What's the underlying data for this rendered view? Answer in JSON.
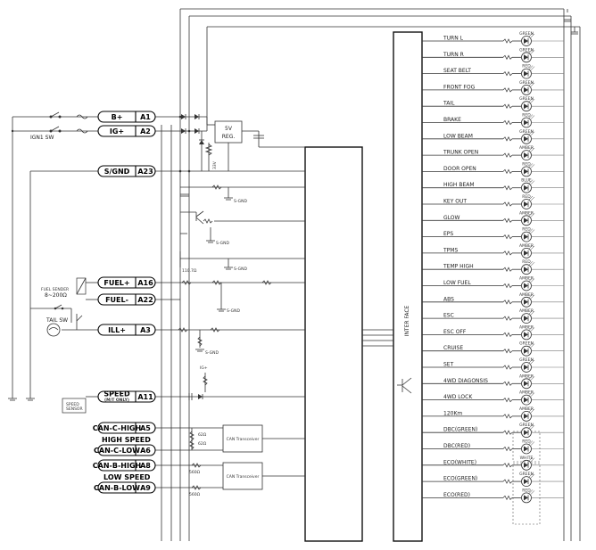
{
  "connectors": [
    {
      "label": "B+",
      "pin": "A1"
    },
    {
      "label": "IG+",
      "pin": "A2"
    },
    {
      "label": "S/GND",
      "pin": "A23"
    },
    {
      "label": "FUEL+",
      "pin": "A16"
    },
    {
      "label": "FUEL-",
      "pin": "A22"
    },
    {
      "label": "ILL+",
      "pin": "A3"
    },
    {
      "label": "SPEED",
      "sub": "(M/T ONLY)",
      "pin": "A11"
    },
    {
      "label": "CAN-C-HIGH",
      "pin": "A5"
    },
    {
      "label": "CAN-C-LOW",
      "pin": "A6"
    },
    {
      "label": "CAN-B-HIGH",
      "pin": "A8"
    },
    {
      "label": "CAN-B-LOW",
      "pin": "A9"
    }
  ],
  "labels": {
    "ign_sw": "IGN1 SW",
    "fuel_sender_1": "FUEL SENDER",
    "fuel_sender_2": "8~200Ω",
    "tail_sw": "TAIL SW",
    "speed_sensor_1": "SPEED",
    "speed_sensor_2": "SENSOR",
    "high_speed": "HIGH SPEED",
    "low_speed": "LOW SPEED",
    "reg_1": "5V",
    "reg_2": "REG.",
    "interface": "INTER FACE",
    "can_transceiver_1": "CAN Transceiver",
    "can_transceiver_2": "CAN Transceiver",
    "ohm_1": "62Ω",
    "ohm_2": "62Ω",
    "res_1": "560Ω",
    "res_2": "560Ω",
    "ig_plus": "IG+",
    "res_110": "110.7Ω",
    "sgnd": "S-GND"
  },
  "indicators": [
    {
      "name": "TURN L",
      "color": "GREEN"
    },
    {
      "name": "TURN R",
      "color": "GREEN"
    },
    {
      "name": "SEAT BELT",
      "color": "RED"
    },
    {
      "name": "FRONT FOG",
      "color": "GREEN"
    },
    {
      "name": "TAIL",
      "color": "GREEN"
    },
    {
      "name": "BRAKE",
      "color": "RED"
    },
    {
      "name": "LOW BEAM",
      "color": "GREEN"
    },
    {
      "name": "TRUNK OPEN",
      "color": "AMBER"
    },
    {
      "name": "DOOR OPEN",
      "color": "RED"
    },
    {
      "name": "HIGH BEAM",
      "color": "BLUE"
    },
    {
      "name": "KEY OUT",
      "color": "RED"
    },
    {
      "name": "GLOW",
      "color": "AMBER"
    },
    {
      "name": "EPS",
      "color": "RED"
    },
    {
      "name": "TPMS",
      "color": "AMBER"
    },
    {
      "name": "TEMP HIGH",
      "color": "RED"
    },
    {
      "name": "LOW FUEL",
      "color": "AMBER"
    },
    {
      "name": "ABS",
      "color": "AMBER"
    },
    {
      "name": "ESC",
      "color": "AMBER"
    },
    {
      "name": "ESC OFF",
      "color": "AMBER"
    },
    {
      "name": "CRUISE",
      "color": "GREEN"
    },
    {
      "name": "SET",
      "color": "GREEN"
    },
    {
      "name": "4WD DIAGONSIS",
      "color": "AMBER"
    },
    {
      "name": "4WD LOCK",
      "color": "AMBER"
    },
    {
      "name": "120Km",
      "color": "AMBER"
    },
    {
      "name": "DBC(GREEN)",
      "color": "GREEN"
    },
    {
      "name": "DBC(RED)",
      "color": "RED"
    },
    {
      "name": "ECO(WHITE)",
      "color": "WHITE"
    },
    {
      "name": "ECO(GREEN)",
      "color": "GREEN"
    },
    {
      "name": "ECO(RED)",
      "color": "RED"
    }
  ]
}
